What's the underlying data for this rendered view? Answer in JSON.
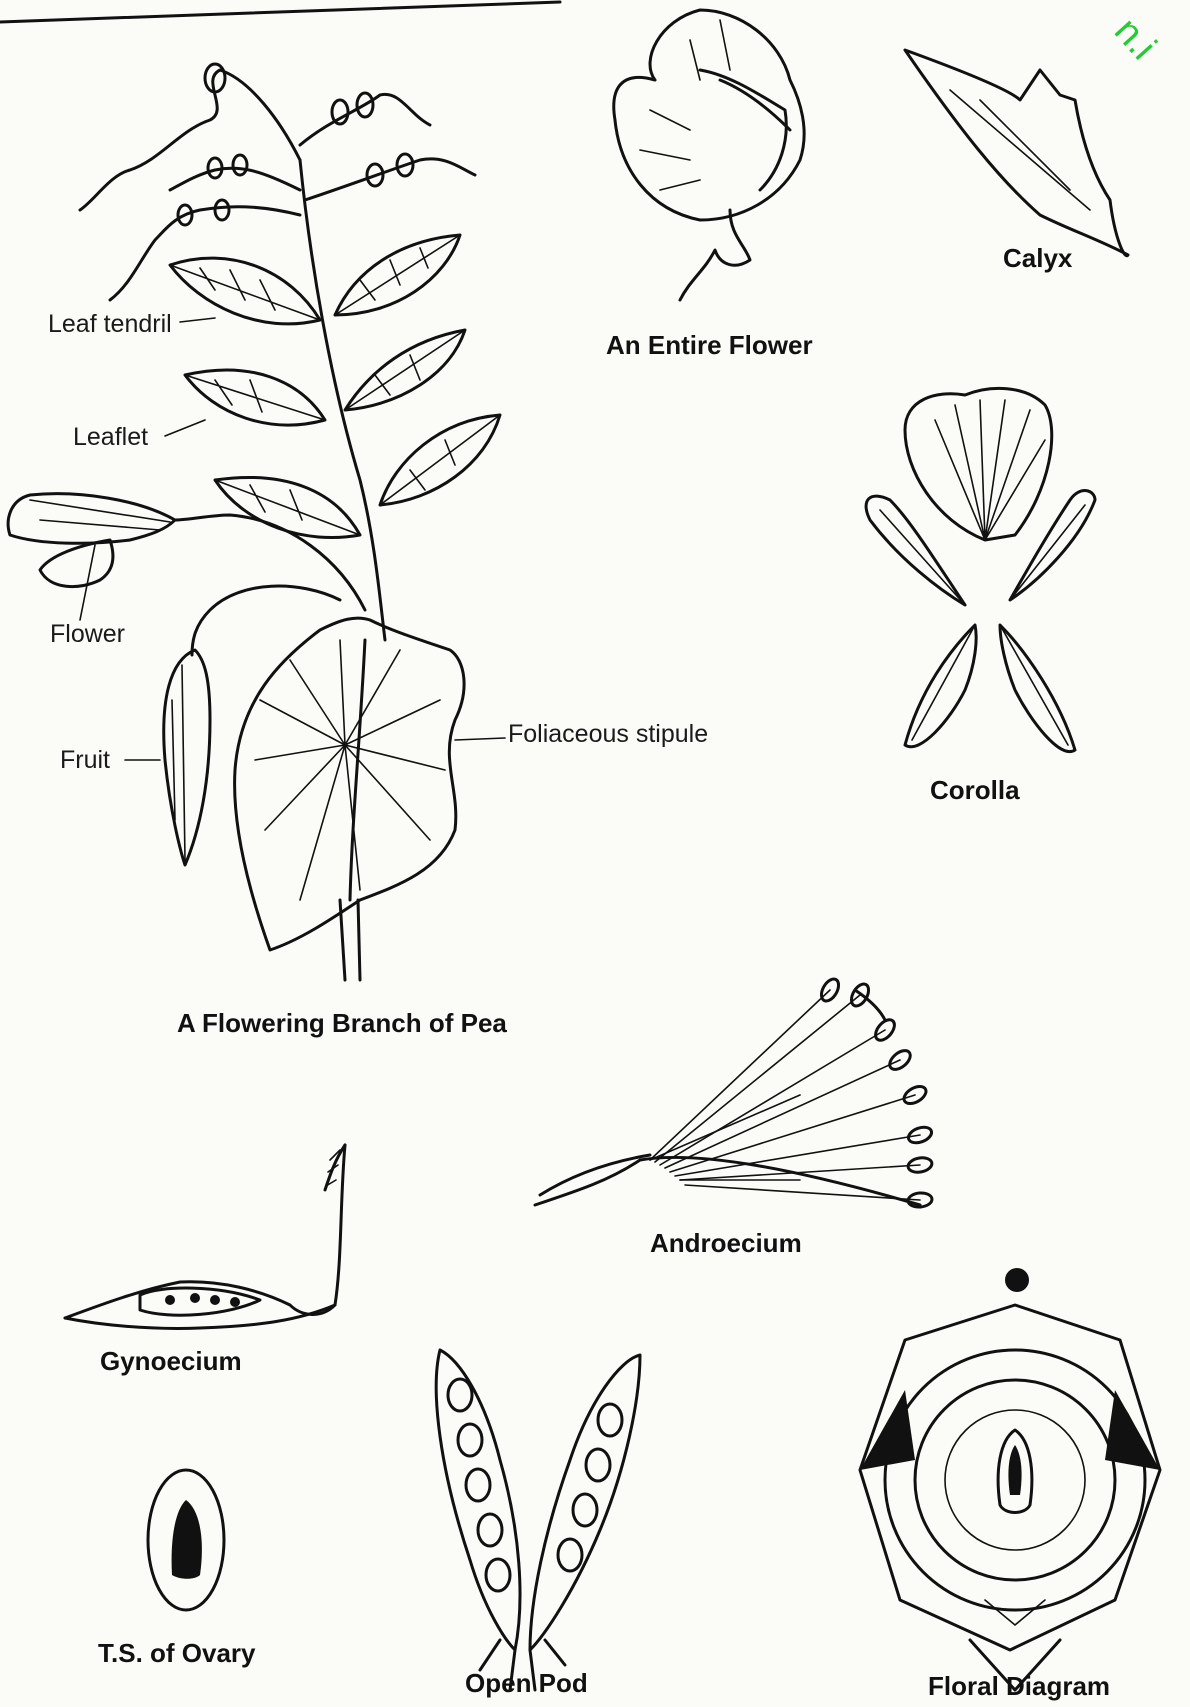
{
  "watermark": "n.i",
  "plant_labels": {
    "leaf_tendril": "Leaf tendril",
    "leaflet": "Leaflet",
    "flower": "Flower",
    "fruit": "Fruit",
    "foliaceous_stipule": "Foliaceous stipule"
  },
  "captions": {
    "flowering_branch": "A Flowering Branch of Pea",
    "entire_flower": "An Entire Flower",
    "calyx": "Calyx",
    "corolla": "Corolla",
    "androecium": "Androecium",
    "gynoecium": "Gynoecium",
    "ts_ovary": "T.S. of Ovary",
    "open_pod": "Open Pod",
    "floral_diagram": "Floral Diagram"
  }
}
